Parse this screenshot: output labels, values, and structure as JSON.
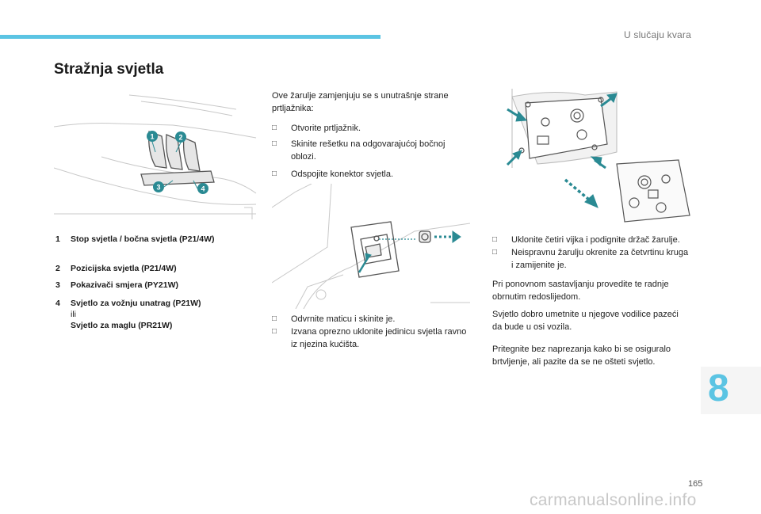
{
  "header": {
    "section": "U slučaju kvara"
  },
  "title": "Stražnja svjetla",
  "legend": [
    {
      "num": "1",
      "label": "Stop svjetla / bočna svjetla (P21/4W)"
    },
    {
      "num": "2",
      "label": "Pozicijska svjetla (P21/4W)"
    },
    {
      "num": "3",
      "label": "Pokazivači smjera (PY21W)"
    },
    {
      "num": "4",
      "label": "Svjetlo za vožnju unatrag (P21W)",
      "or": "ili",
      "label2": "Svjetlo za maglu (PR21W)"
    }
  ],
  "figure1": {
    "callouts": [
      "1",
      "2",
      "3",
      "4"
    ]
  },
  "middle": {
    "intro": "Ove žarulje zamjenjuju se s unutrašnje strane prtljažnika:",
    "steps": [
      "Otvorite prtljažnik.",
      "Skinite rešetku na odgovarajućoj bočnoj oblozi.",
      "Odspojite konektor svjetla."
    ],
    "steps2": [
      "Odvrnite maticu i skinite je.",
      "Izvana oprezno uklonite jedinicu svjetla ravno iz njezina kućišta."
    ]
  },
  "right": {
    "steps": [
      "Uklonite četiri vijka i podignite držač žarulje.",
      "Neispravnu žarulju okrenite za četvrtinu kruga i zamijenite je."
    ],
    "paragraphs": [
      "Pri ponovnom sastavljanju provedite te radnje obrnutim redoslijedom.",
      "Svjetlo dobro umetnite u njegove vodilice pazeći da bude u osi vozila.",
      "Pritegnite bez naprezanja kako bi se osiguralo brtvljenje, ali pazite da se ne ošteti svjetlo."
    ]
  },
  "bullet_icon": "checkbox-bullet-icon",
  "chapter": "8",
  "page_number": "165",
  "watermark": "carmanualsonline.info",
  "colors": {
    "accent": "#5bc4e3",
    "callout": "#2a8a93",
    "arrow": "#2a8a93"
  }
}
